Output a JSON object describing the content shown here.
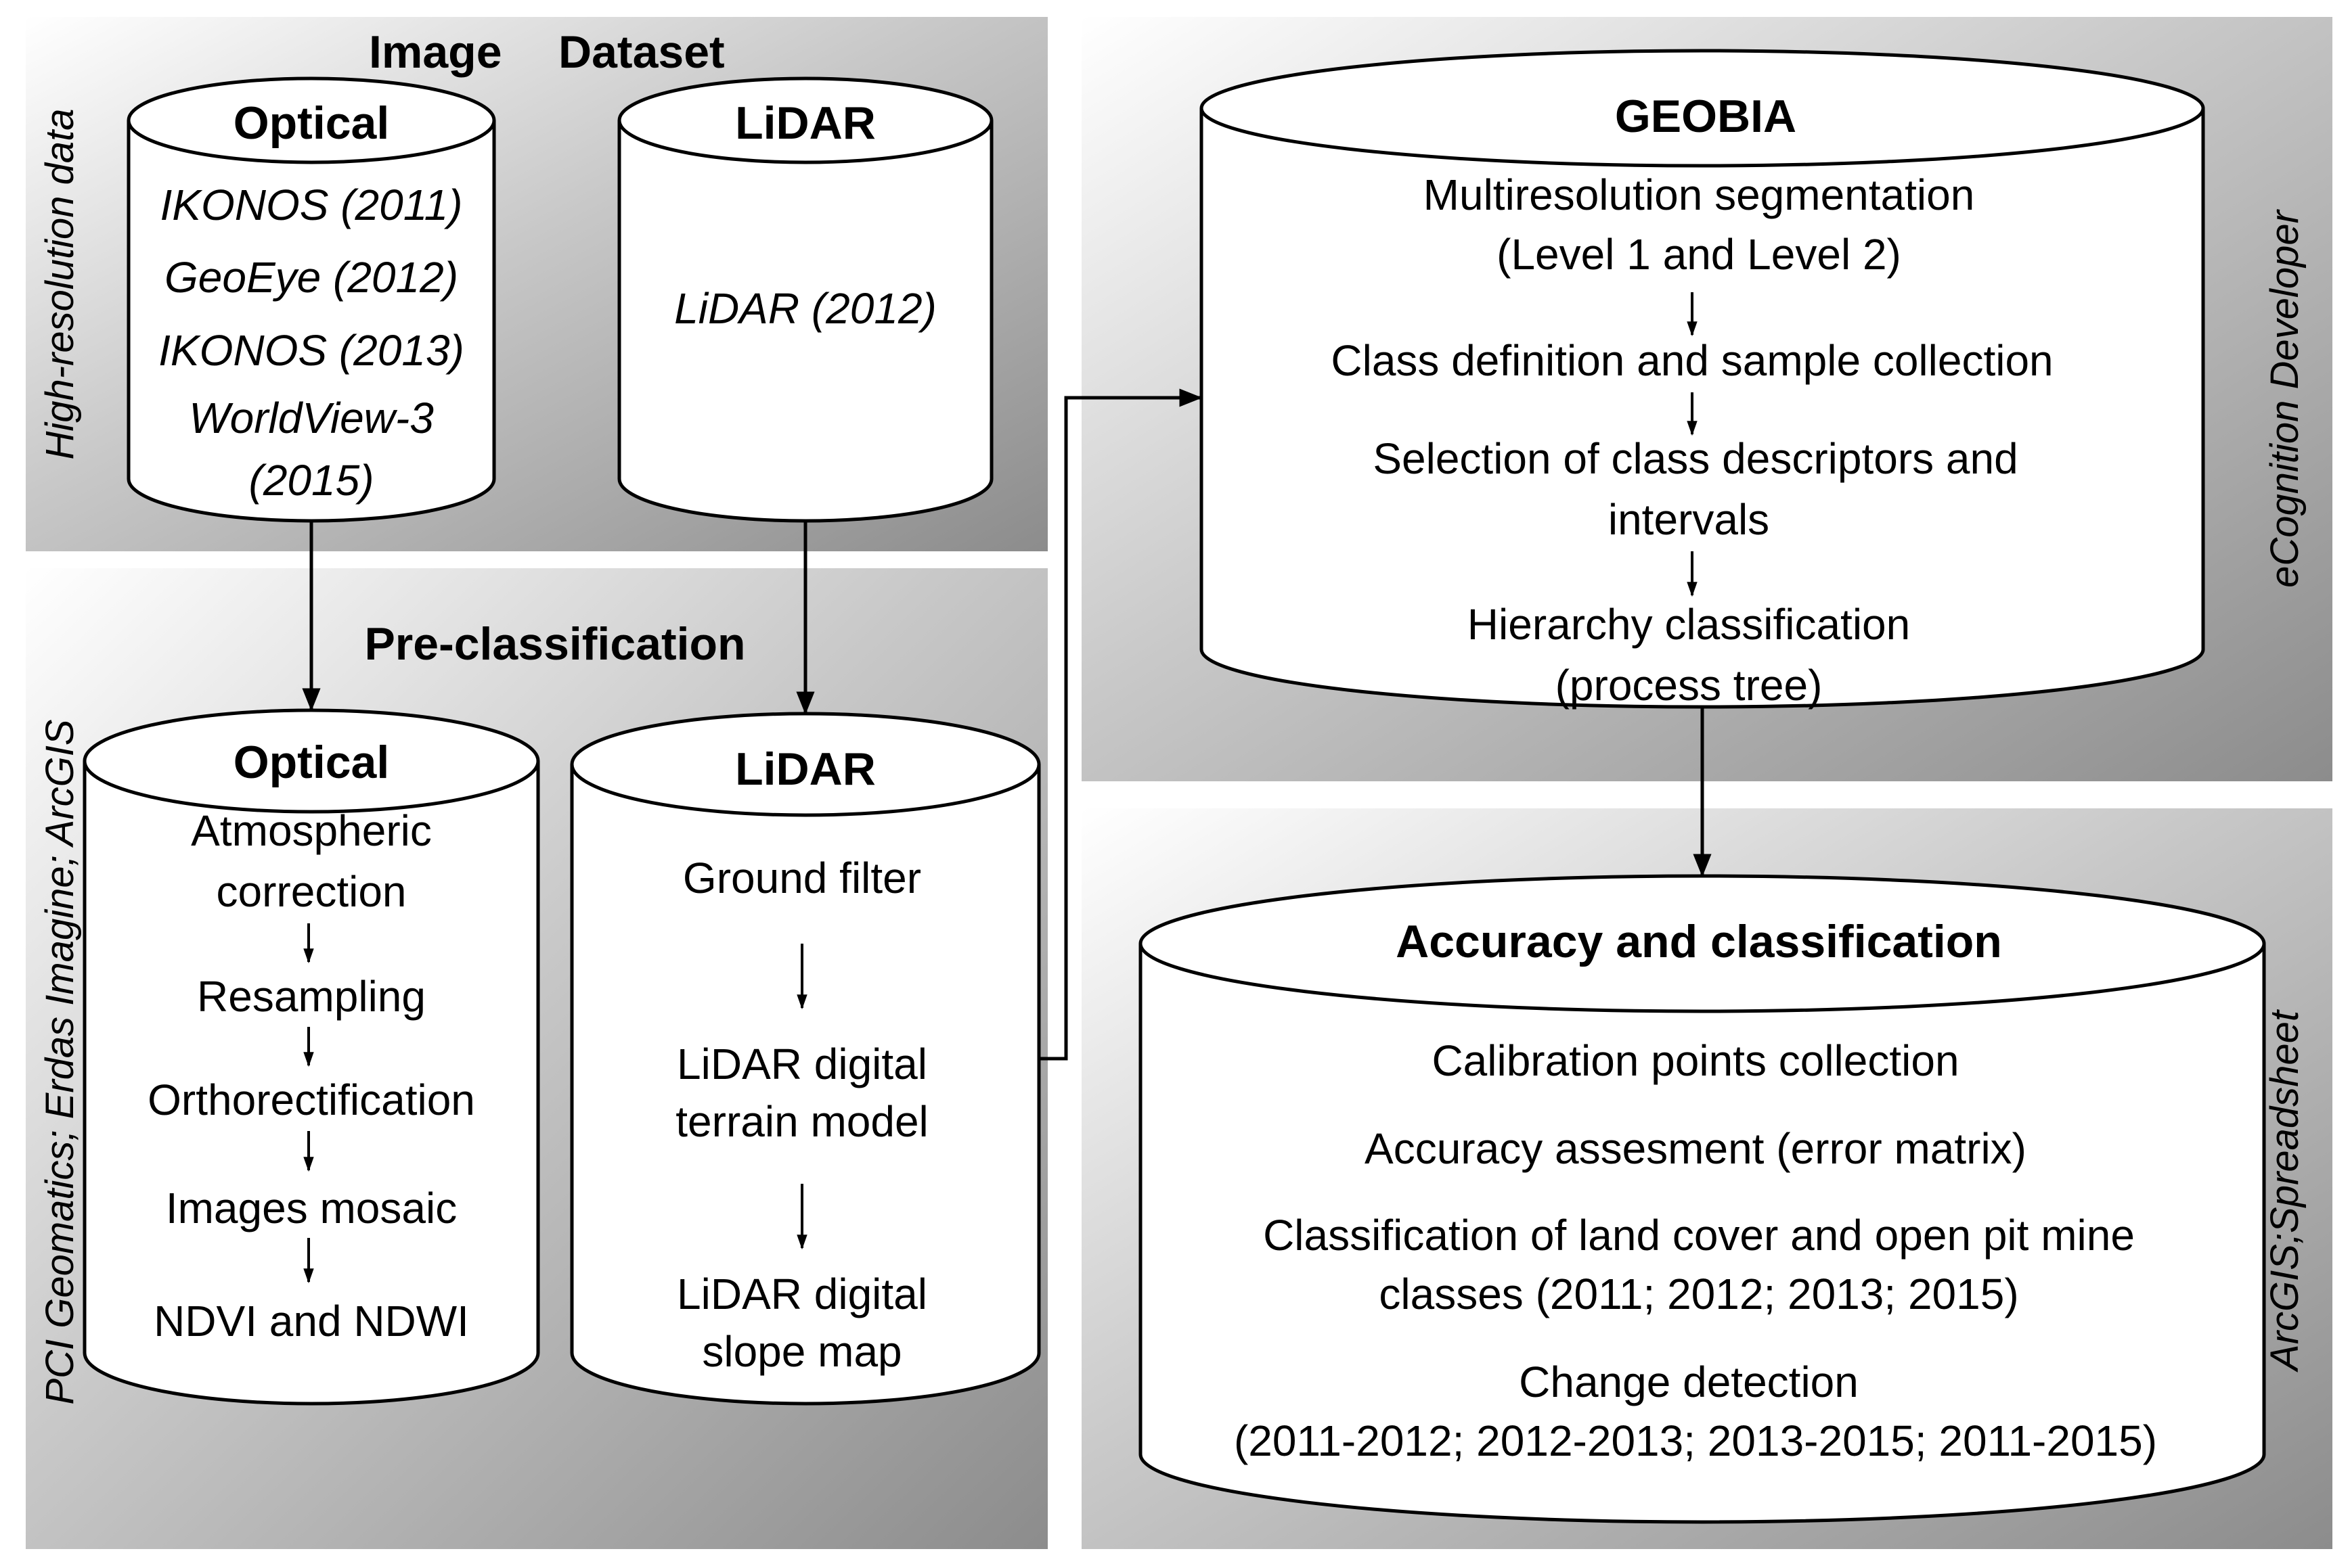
{
  "panels": {
    "image_dataset": {
      "title_left": "Image",
      "title_right": "Dataset",
      "side_label": "High-resolution data",
      "optical": {
        "title": "Optical",
        "items": [
          "IKONOS (2011)",
          "GeoEye (2012)",
          "IKONOS (2013)",
          "WorldView-3",
          "(2015)"
        ]
      },
      "lidar": {
        "title": "LiDAR",
        "items": [
          "LiDAR (2012)"
        ]
      }
    },
    "pre_classification": {
      "title": "Pre-classification",
      "side_label": "PCI Geomatics; Erdas Imagine; ArcGIS",
      "optical": {
        "title": "Optical",
        "steps": [
          "Atmospheric",
          "correction",
          "Resampling",
          "Orthorectification",
          "Images mosaic",
          "NDVI and NDWI"
        ]
      },
      "lidar": {
        "title": "LiDAR",
        "steps": [
          "Ground filter",
          "LiDAR digital",
          "terrain model",
          "LiDAR digital",
          "slope map"
        ]
      }
    },
    "geobia": {
      "title": "GEOBIA",
      "side_label": "eCognition Developer",
      "steps": [
        "Multiresolution segmentation",
        "(Level 1 and Level 2)",
        "Class definition and sample collection",
        "Selection of class descriptors and",
        "intervals",
        "Hierarchy classification",
        "(process tree)"
      ]
    },
    "accuracy": {
      "title": "Accuracy and classification",
      "side_label": "ArcGIS;Spreadsheet",
      "steps": [
        "Calibration points collection",
        "Accuracy assesment (error matrix)",
        "Classification of land cover and open pit mine",
        "classes (2011; 2012; 2013; 2015)",
        "Change detection",
        "(2011-2012; 2012-2013; 2013-2015; 2011-2015)"
      ]
    }
  },
  "colors": {
    "panel_light": "#ffffff",
    "panel_dark": "#8c8c8c",
    "stroke": "#000000"
  }
}
